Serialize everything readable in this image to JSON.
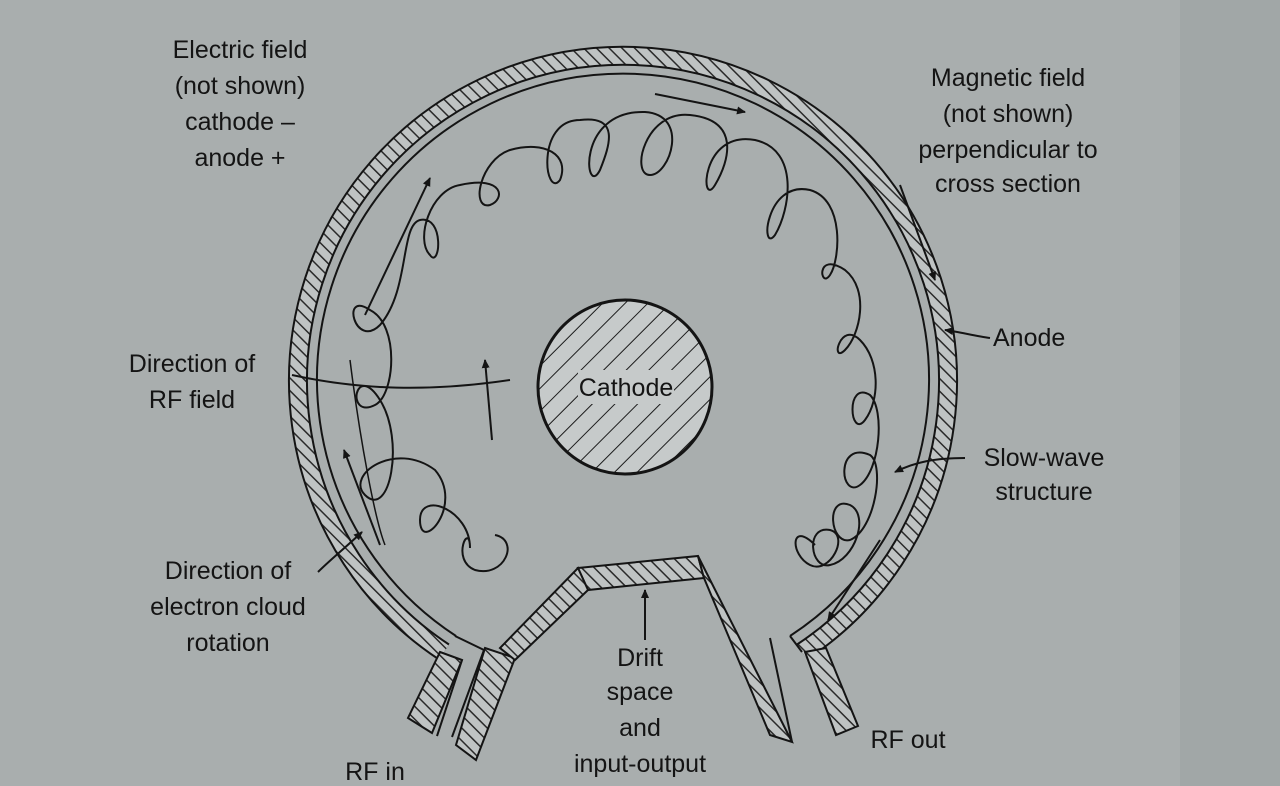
{
  "labels": {
    "electric_field": [
      "Electric field",
      "(not shown)",
      "cathode –",
      "anode +"
    ],
    "magnetic_field": [
      "Magnetic field",
      "(not shown)",
      "perpendicular to",
      "cross section"
    ],
    "anode": "Anode",
    "rf_field": [
      "Direction of",
      "RF field"
    ],
    "cathode": "Cathode",
    "slow_wave": [
      "Slow-wave",
      "structure"
    ],
    "electron_cloud": [
      "Direction of",
      "electron cloud",
      "rotation"
    ],
    "drift_space": [
      "Drift",
      "space",
      "and",
      "input-output"
    ],
    "rf_in": "RF in",
    "rf_out": "RF out"
  },
  "colors": {
    "ink": "#141414",
    "paper": "#a7acac",
    "hatch": "#2a2a2a"
  }
}
